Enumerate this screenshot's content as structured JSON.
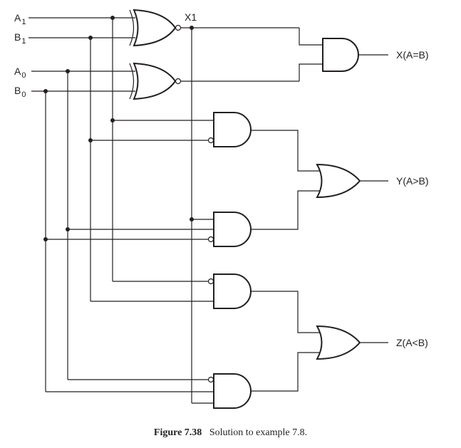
{
  "inputs": [
    {
      "letter": "A",
      "sub": "1"
    },
    {
      "letter": "B",
      "sub": "1"
    },
    {
      "letter": "A",
      "sub": "0"
    },
    {
      "letter": "B",
      "sub": "0"
    }
  ],
  "node_label": "X1",
  "outputs": {
    "x": "X(A=B)",
    "y": "Y(A>B)",
    "z": "Z(A<B)"
  },
  "caption": {
    "figure": "Figure  7.38",
    "text": "Solution to example 7.8."
  }
}
